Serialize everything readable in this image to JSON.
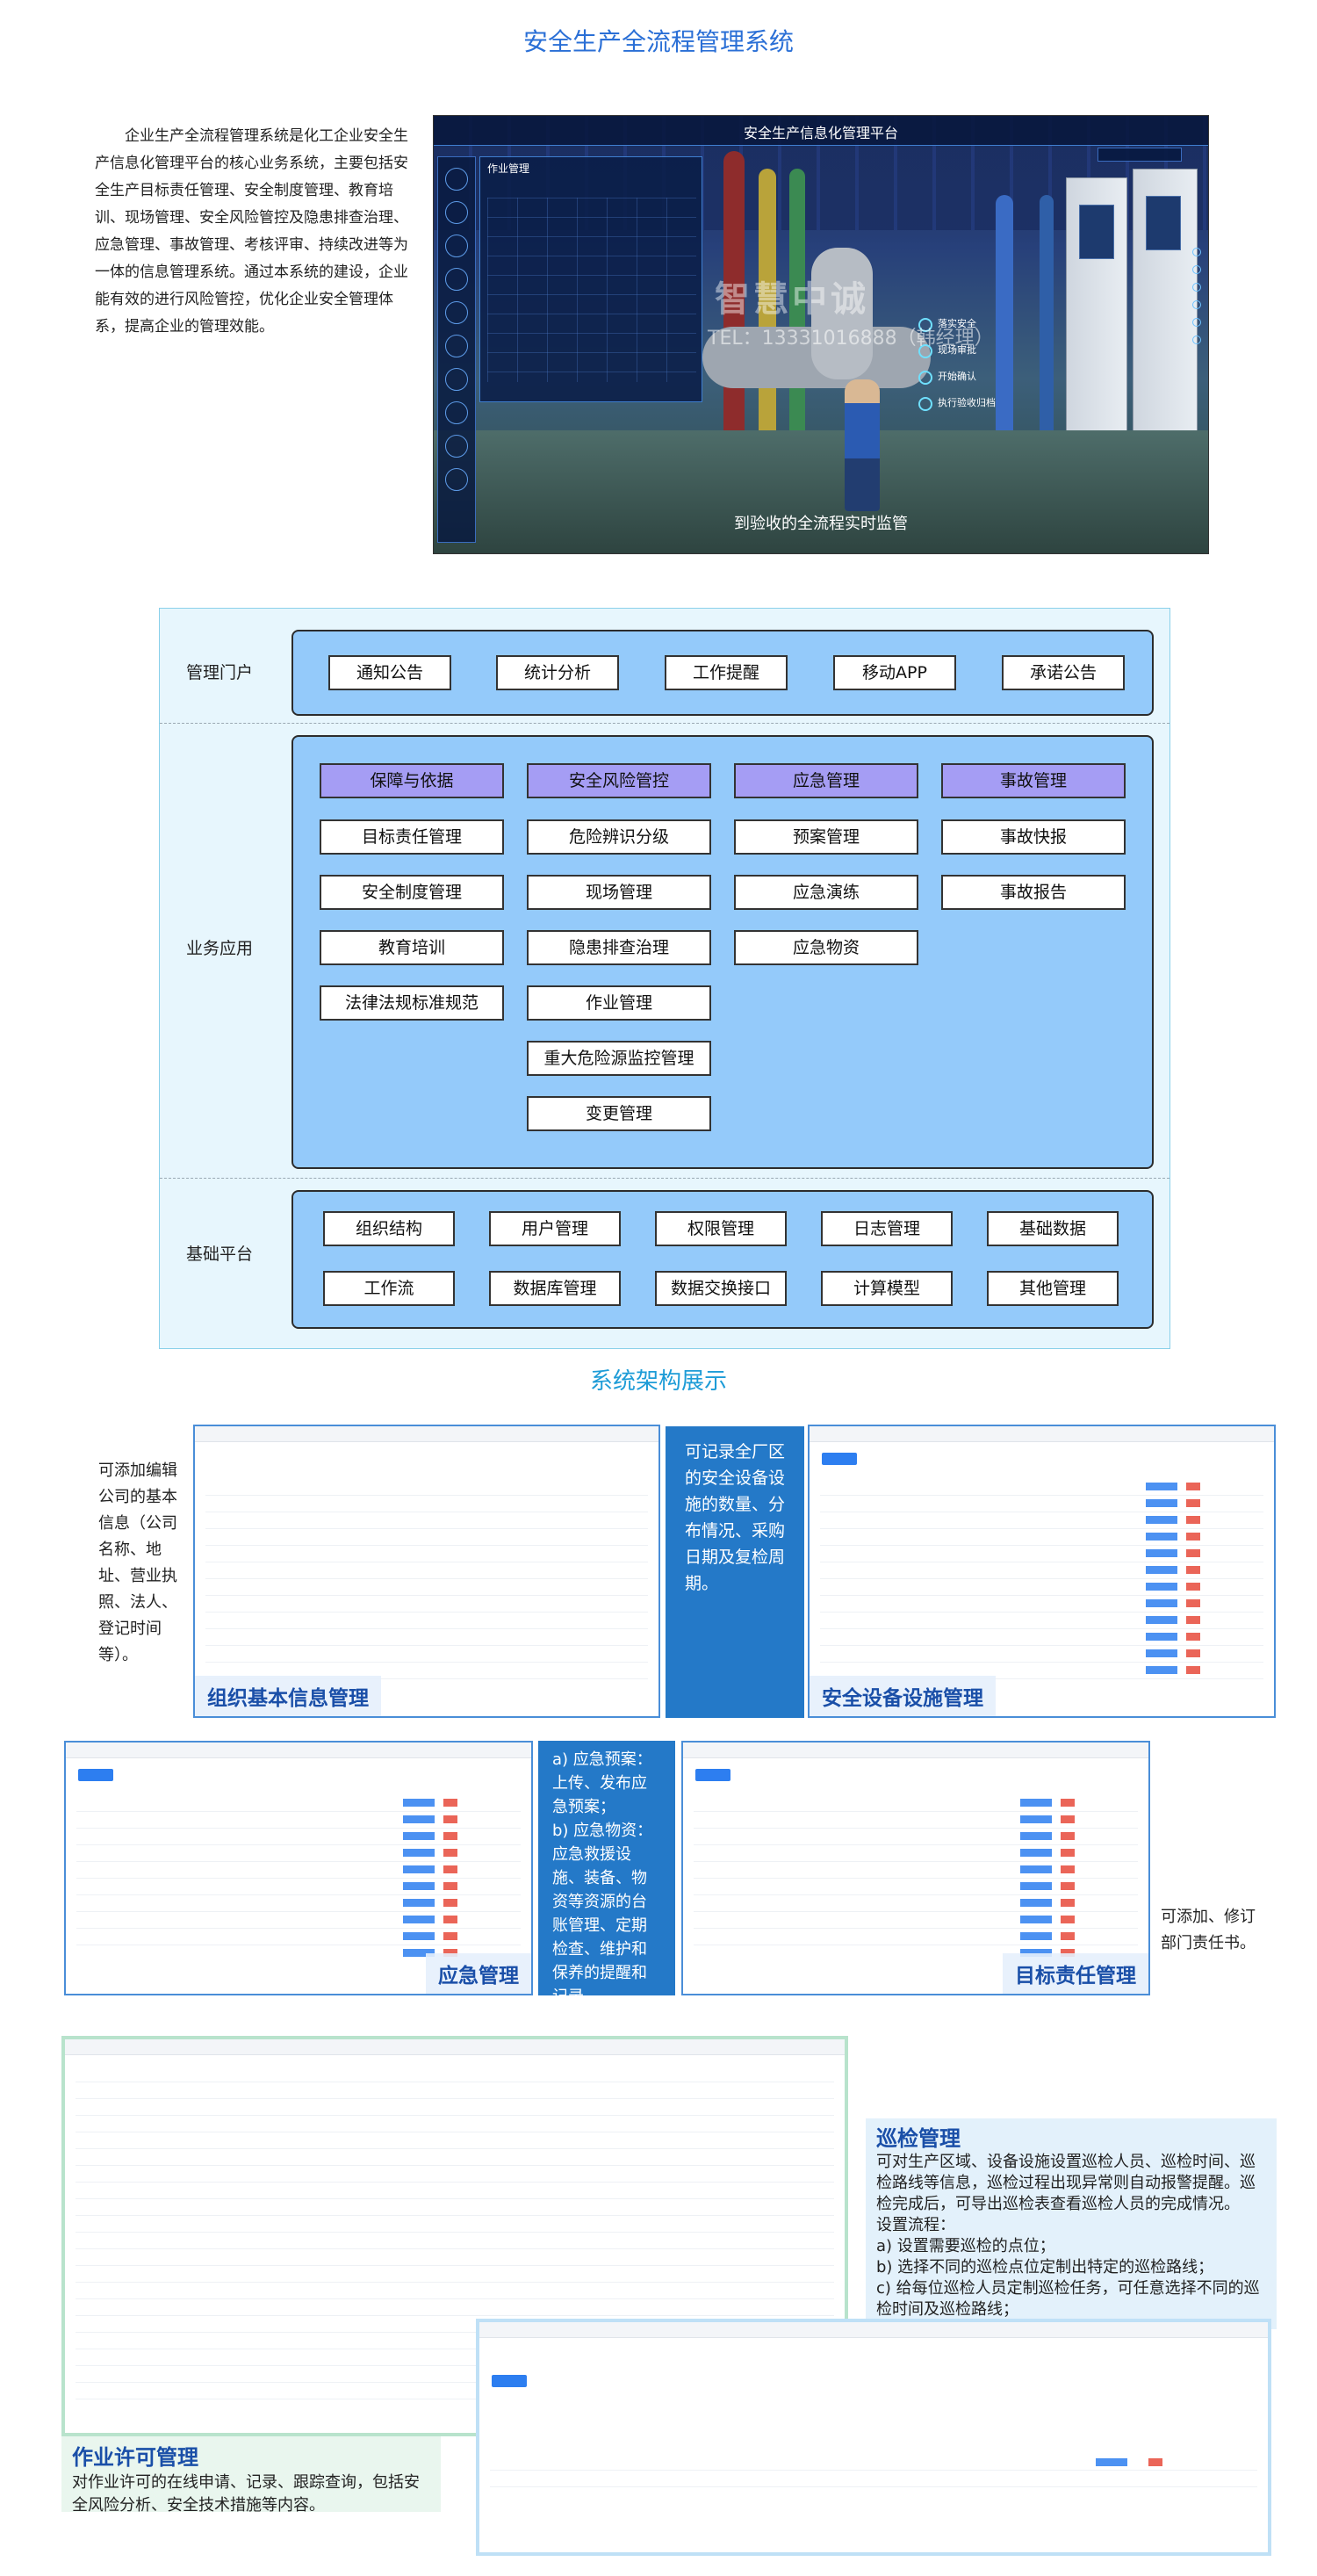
{
  "page": {
    "title": "安全生产全流程管理系统"
  },
  "intro": "企业生产全流程管理系统是化工企业安全生产信息化管理平台的核心业务系统，主要包括安全生产目标责任管理、安全制度管理、教育培训、现场管理、安全风险管控及隐患排查治理、应急管理、事故管理、考核评审、持续改进等为一体的信息管理系统。通过本系统的建设，企业能有效的进行风险管控，优化企业安全管理体系，提高企业的管理效能。",
  "hero": {
    "app_title": "安全生产信息化管理平台",
    "panel_title": "作业管理",
    "watermark": "智慧中诚",
    "watermark_phone": "TEL：13331016888（韩经理）",
    "flow_steps": [
      "落实安全",
      "现场审批",
      "开始确认",
      "执行验收归档"
    ],
    "caption": "到验收的全流程实时监管"
  },
  "architecture": {
    "caption": "系统架构展示",
    "rows": [
      {
        "label": "管理门户",
        "items": [
          "通知公告",
          "统计分析",
          "工作提醒",
          "移动APP",
          "承诺公告"
        ]
      },
      {
        "label": "业务应用",
        "columns": [
          {
            "head": "保障与依据",
            "items": [
              "目标责任管理",
              "安全制度管理",
              "教育培训",
              "法律法规标准规范"
            ]
          },
          {
            "head": "安全风险管控",
            "items": [
              "危险辨识分级",
              "现场管理",
              "隐患排查治理",
              "作业管理",
              "重大危险源监控管理",
              "变更管理"
            ]
          },
          {
            "head": "应急管理",
            "items": [
              "预案管理",
              "应急演练",
              "应急物资"
            ]
          },
          {
            "head": "事故管理",
            "items": [
              "事故快报",
              "事故报告"
            ]
          }
        ]
      },
      {
        "label": "基础平台",
        "items": [
          "组织结构",
          "用户管理",
          "权限管理",
          "日志管理",
          "基础数据",
          "工作流",
          "数据库管理",
          "数据交换接口",
          "计算模型",
          "其他管理"
        ]
      }
    ]
  },
  "modules": {
    "org_desc": "可添加编辑公司的基本信息（公司名称、地址、营业执照、法人、登记时间等）。",
    "org_title": "组织基本信息管理",
    "equip_desc": "可记录全厂区的安全设备设施的数量、分布情况、采购日期及复检周期。",
    "equip_title": "安全设备设施管理",
    "emerg_title": "应急管理",
    "emerg_desc": "a) 应急预案：上传、发布应急预案；\nb) 应急物资：应急救援设施、装备、物资等资源的台账管理、定期检查、维护和保养的提醒和记录。",
    "target_title": "目标责任管理",
    "target_desc": "可添加、修订部门责任书。",
    "patrol_title": "巡检管理",
    "patrol_desc": "可对生产区域、设备设施设置巡检人员、巡检时间、巡检路线等信息，巡检过程出现异常则自动报警提醒。巡检完成后，可导出巡检表查看巡检人员的完成情况。",
    "patrol_steps_title": "设置流程：",
    "patrol_steps": [
      "a) 设置需要巡检的点位；",
      "b) 选择不同的巡检点位定制出特定的巡检路线；",
      "c) 给每位巡检人员定制巡检任务，可任意选择不同的巡检时间及巡检路线；"
    ],
    "permit_title": "作业许可管理",
    "permit_desc": "对作业许可的在线申请、记录、跟踪查询，包括安全风险分析、安全技术措施等内容。"
  }
}
